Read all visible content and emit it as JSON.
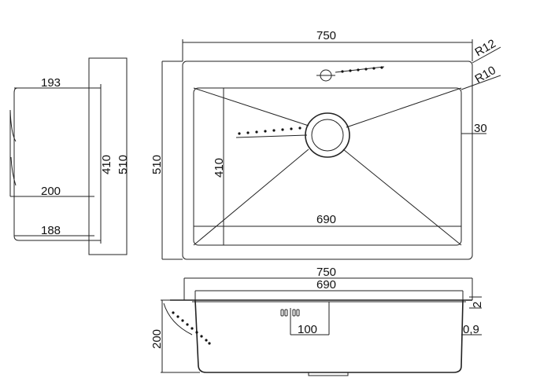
{
  "diagram": {
    "side_view": {
      "depth_top": "193",
      "depth_mid": "200",
      "depth_bottom": "188",
      "height_inner": "410",
      "height_outer": "510"
    },
    "top_view": {
      "width_outer": "750",
      "height_outer": "510",
      "height_inner": "410",
      "width_inner": "690",
      "corner_radius_outer": "R12",
      "corner_radius_inner": "R10",
      "rim_width": "30"
    },
    "front_view": {
      "width_outer": "750",
      "width_inner": "690",
      "height": "200",
      "flange": "2",
      "thickness": "0,9",
      "overflow_width": "100"
    }
  }
}
